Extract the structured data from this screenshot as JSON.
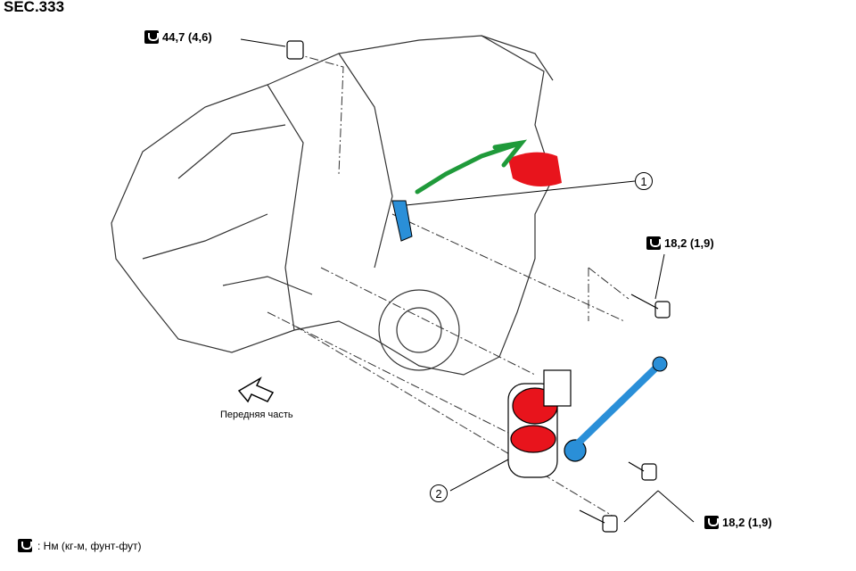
{
  "section": "SEC.333",
  "torques": {
    "top": "44,7  (4,6)",
    "right_upper": "18,2  (1,9)",
    "right_lower": "18,2  (1,9)"
  },
  "callouts": {
    "one": "1",
    "two": "2"
  },
  "front_label": "Передняя часть",
  "legend": ": Нм (кг-м, фунт-фут)",
  "colors": {
    "highlight_red": "#e8141c",
    "highlight_blue": "#2a8fd8",
    "highlight_green": "#1f9a3a"
  }
}
